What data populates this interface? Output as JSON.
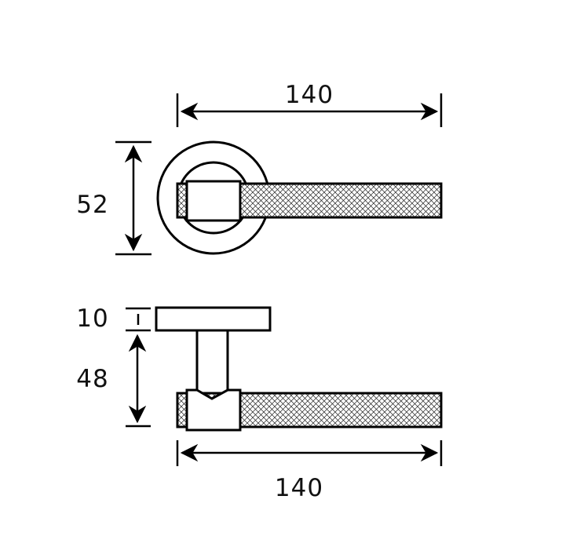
{
  "dimensions": {
    "top_width": "140",
    "rose_height": "52",
    "rose_thickness": "10",
    "lever_projection": "48",
    "bottom_width": "140"
  },
  "colors": {
    "line": "#000000",
    "background": "#ffffff",
    "knurl": "#000000"
  }
}
